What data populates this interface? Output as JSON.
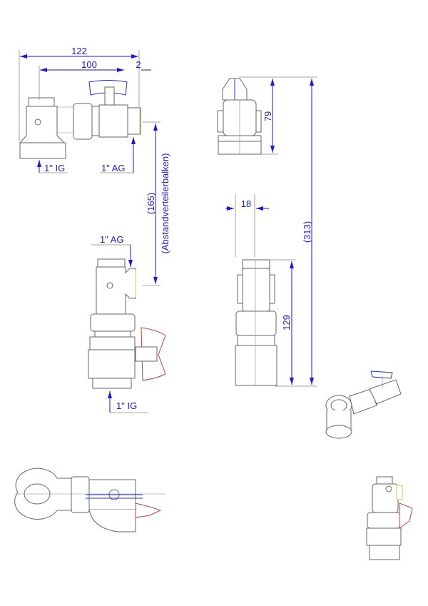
{
  "dimensions": {
    "top_overall": "122",
    "top_center": "100",
    "top_offset": "2",
    "top_left_thread": "1\" IG",
    "top_right_thread": "1\" AG",
    "spacing": "(165)",
    "spacing_note": "(Abstandverteilerbalken)",
    "side_height": "79",
    "side_offset": "18",
    "total_height": "(313)",
    "front_height": "129",
    "front_top_thread": "1\" AG",
    "front_bottom_thread": "1\" IG"
  },
  "colors": {
    "dimension": "#1a1ad0",
    "handle_blue": "#2233cc",
    "handle_red": "#c04040",
    "outline": "#666666"
  }
}
